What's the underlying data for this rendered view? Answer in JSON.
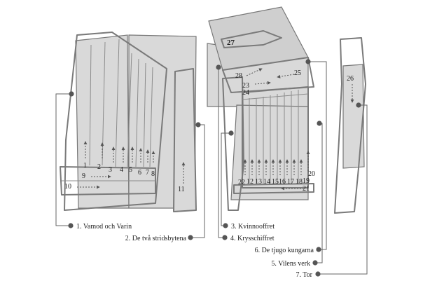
{
  "numbers": [
    "1",
    "2",
    "3",
    "4",
    "5",
    "6",
    "7",
    "8",
    "9",
    "10",
    "11",
    "12",
    "13",
    "14",
    "15",
    "16",
    "17",
    "18",
    "19",
    "20",
    "21",
    "22",
    "23",
    "24",
    "25",
    "26",
    "27",
    "28"
  ],
  "legend": [
    "1. Vamod och Varin",
    "2. De två stridsbytena",
    "3. Kvinnooffret",
    "4. Krysschiffret",
    "6. De tjugo kungarna",
    "5. Vilens verk",
    "7. Tor"
  ],
  "colors": {
    "stone": "#d9d9d9",
    "outline": "#7a7a7a",
    "leader": "#666666"
  }
}
